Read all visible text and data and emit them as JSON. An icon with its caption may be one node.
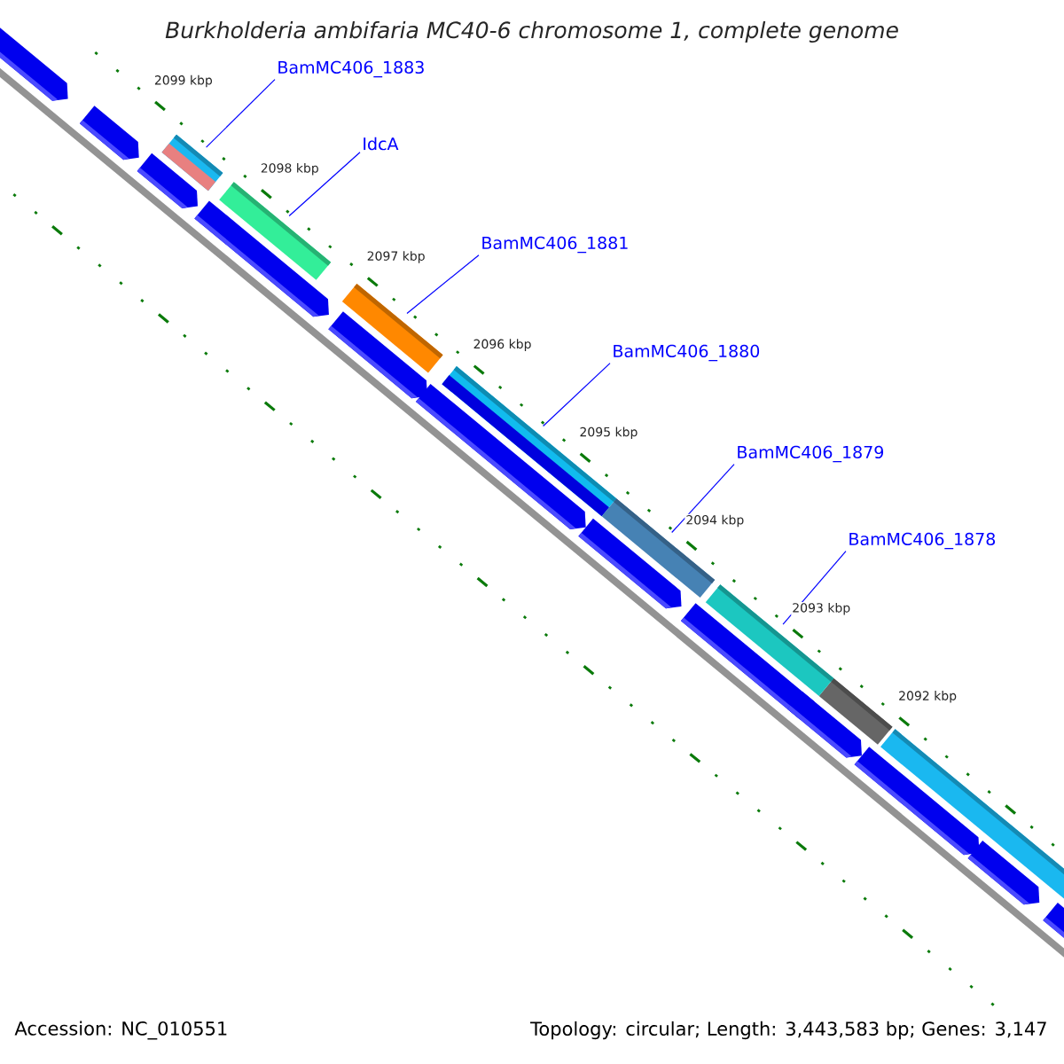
{
  "diagram": {
    "title": "Burkholderia ambifaria MC40-6 chromosome 1, complete genome",
    "nodes": [
      {
        "text": [
          "BamMC406_1883"
        ]
      },
      {
        "text": [
          "IdcA"
        ]
      },
      {
        "text": [
          "BamMC406_1881"
        ]
      },
      {
        "text": [
          "BamMC406_1880"
        ]
      },
      {
        "text": [
          "BamMC406_1879"
        ]
      },
      {
        "text": [
          "BamMC406_1878"
        ]
      },
      {
        "text": [],
        "shape": "bar"
      },
      {
        "text": [],
        "shape": "bar"
      },
      {
        "text": [],
        "shape": "bar"
      },
      {
        "text": [],
        "shape": "bar"
      },
      {
        "text": [],
        "shape": "bar"
      },
      {
        "text": [],
        "shape": "bar"
      }
    ],
    "edges": [
      {
        "from": 0,
        "to": 6,
        "arrow": "none"
      },
      {
        "from": 1,
        "to": 7,
        "arrow": "none"
      },
      {
        "from": 2,
        "to": 8,
        "arrow": "none"
      },
      {
        "from": 3,
        "to": 9,
        "arrow": "none"
      },
      {
        "from": 4,
        "to": 10,
        "arrow": "none"
      },
      {
        "from": 5,
        "to": 11,
        "arrow": "none"
      }
    ],
    "labels": [
      "2099 kbp",
      "2098 kbp",
      "2097 kbp",
      "2096 kbp",
      "2095 kbp",
      "2094 kbp",
      "2093 kbp",
      "2092 kbp",
      "Accession: NC_010551",
      "Topology: circular; Length: 3,443,583 bp; Genes: 3,147"
    ]
  }
}
